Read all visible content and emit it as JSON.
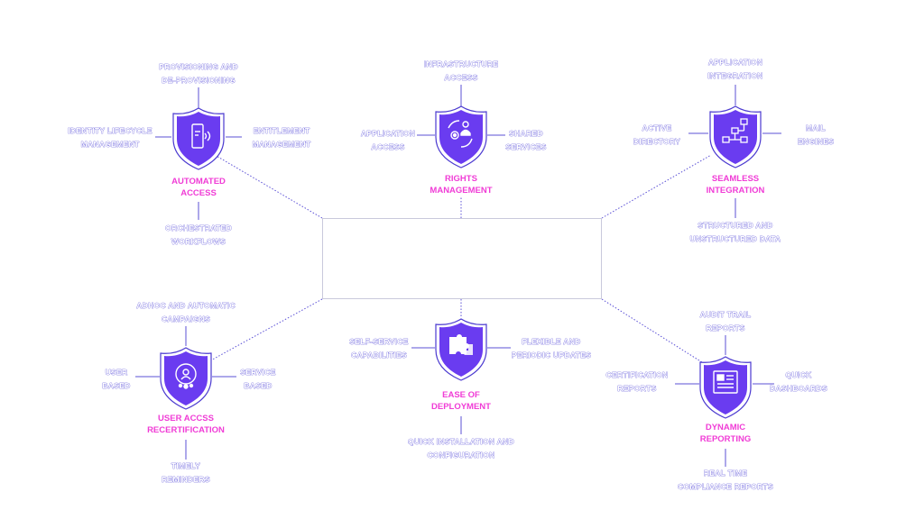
{
  "nodes": [
    {
      "id": "automated-access",
      "title": [
        "AUTOMATED",
        "ACCESS"
      ],
      "icon": "door-lock-icon",
      "features": {
        "top": [
          "PROVISIONING AND",
          "DE-PROVISIONING"
        ],
        "left": [
          "IDENTITY LIFECYCLE",
          "MANAGEMENT"
        ],
        "right": [
          "ENTITLEMENT",
          "MANAGEMENT"
        ],
        "bottom": [
          "ORCHESTRATED",
          "WORKFLOWS"
        ]
      }
    },
    {
      "id": "rights-management",
      "title": [
        "RIGHTS",
        "MANAGEMENT"
      ],
      "icon": "user-gear-cycle-icon",
      "features": {
        "top": [
          "INFRASTRUCTURE",
          "ACCESS"
        ],
        "left": [
          "APPLICATION",
          "ACCESS"
        ],
        "right": [
          "SHARED",
          "SERVICES"
        ]
      }
    },
    {
      "id": "seamless-integration",
      "title": [
        "SEAMLESS",
        "INTEGRATION"
      ],
      "icon": "flowchart-icon",
      "features": {
        "top": [
          "APPLICATION",
          "INTEGRATION"
        ],
        "left": [
          "ACTIVE",
          "DIRECTORY"
        ],
        "right": [
          "MAIL",
          "ENGINES"
        ],
        "bottom": [
          "STRUCTURED AND",
          "UNSTRUCTURED DATA"
        ]
      }
    },
    {
      "id": "user-access-recertification",
      "title": [
        "USER ACCSS",
        "RECERTIFICATION"
      ],
      "icon": "recertification-cycle-icon",
      "features": {
        "top": [
          "ADHOC AND AUTOMATIC",
          "CAMPAIGNS"
        ],
        "left": [
          "USER",
          "BASED"
        ],
        "right": [
          "SERVICE",
          "BASED"
        ],
        "bottom": [
          "TIMELY",
          "REMINDERS"
        ]
      }
    },
    {
      "id": "ease-of-deployment",
      "title": [
        "EASE OF",
        "DEPLOYMENT"
      ],
      "icon": "puzzle-pieces-icon",
      "features": {
        "left": [
          "SELF-SERVICE",
          "CAPABILITIES"
        ],
        "right": [
          "FLEXIBLE AND",
          "PERIODIC UPDATES"
        ],
        "bottom": [
          "QUICK INSTALLATION AND",
          "CONFIGURATION"
        ]
      }
    },
    {
      "id": "dynamic-reporting",
      "title": [
        "DYNAMIC",
        "REPORTING"
      ],
      "icon": "report-document-icon",
      "features": {
        "top": [
          "AUDIT TRAIL",
          "REPORTS"
        ],
        "left": [
          "CERTIFICATION",
          "REPORTS"
        ],
        "right": [
          "QUICK",
          "DASHBOARDS"
        ],
        "bottom": [
          "REAL TIME",
          "COMPLIANCE REPORTS"
        ]
      }
    }
  ],
  "colors": {
    "shield_fill": "#6a3cf0",
    "shield_stroke": "#4b3ad0",
    "title_color": "#f03cd6",
    "label_outline": "#4a3fd6",
    "connector": "#5b50d6",
    "center_box_border": "#c9c9dc"
  }
}
